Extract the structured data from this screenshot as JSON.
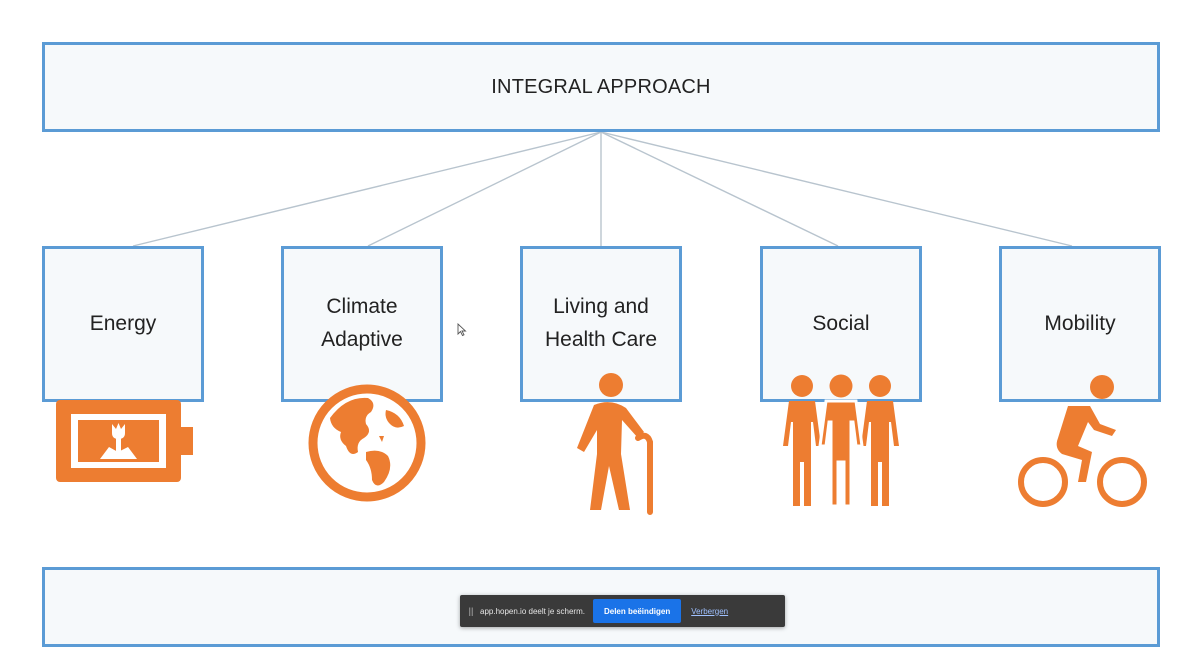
{
  "title": "INTEGRAL APPROACH",
  "categories": [
    {
      "label_lines": [
        "Energy"
      ],
      "icon": "battery-plant-icon"
    },
    {
      "label_lines": [
        "Climate",
        "Adaptive"
      ],
      "icon": "globe-icon"
    },
    {
      "label_lines": [
        "Living and",
        "Health Care"
      ],
      "icon": "elderly-person-cane-icon"
    },
    {
      "label_lines": [
        "Social"
      ],
      "icon": "group-people-icon"
    },
    {
      "label_lines": [
        "Mobility"
      ],
      "icon": "cyclist-icon"
    }
  ],
  "share_bar": {
    "handle": "||",
    "message": "app.hopen.io deelt je scherm.",
    "stop_label": "Delen beëindigen",
    "hide_label": "Verbergen"
  },
  "colors": {
    "box_border": "#5b9bd5",
    "icon": "#ed7d31",
    "connector": "#b8c4ce"
  }
}
